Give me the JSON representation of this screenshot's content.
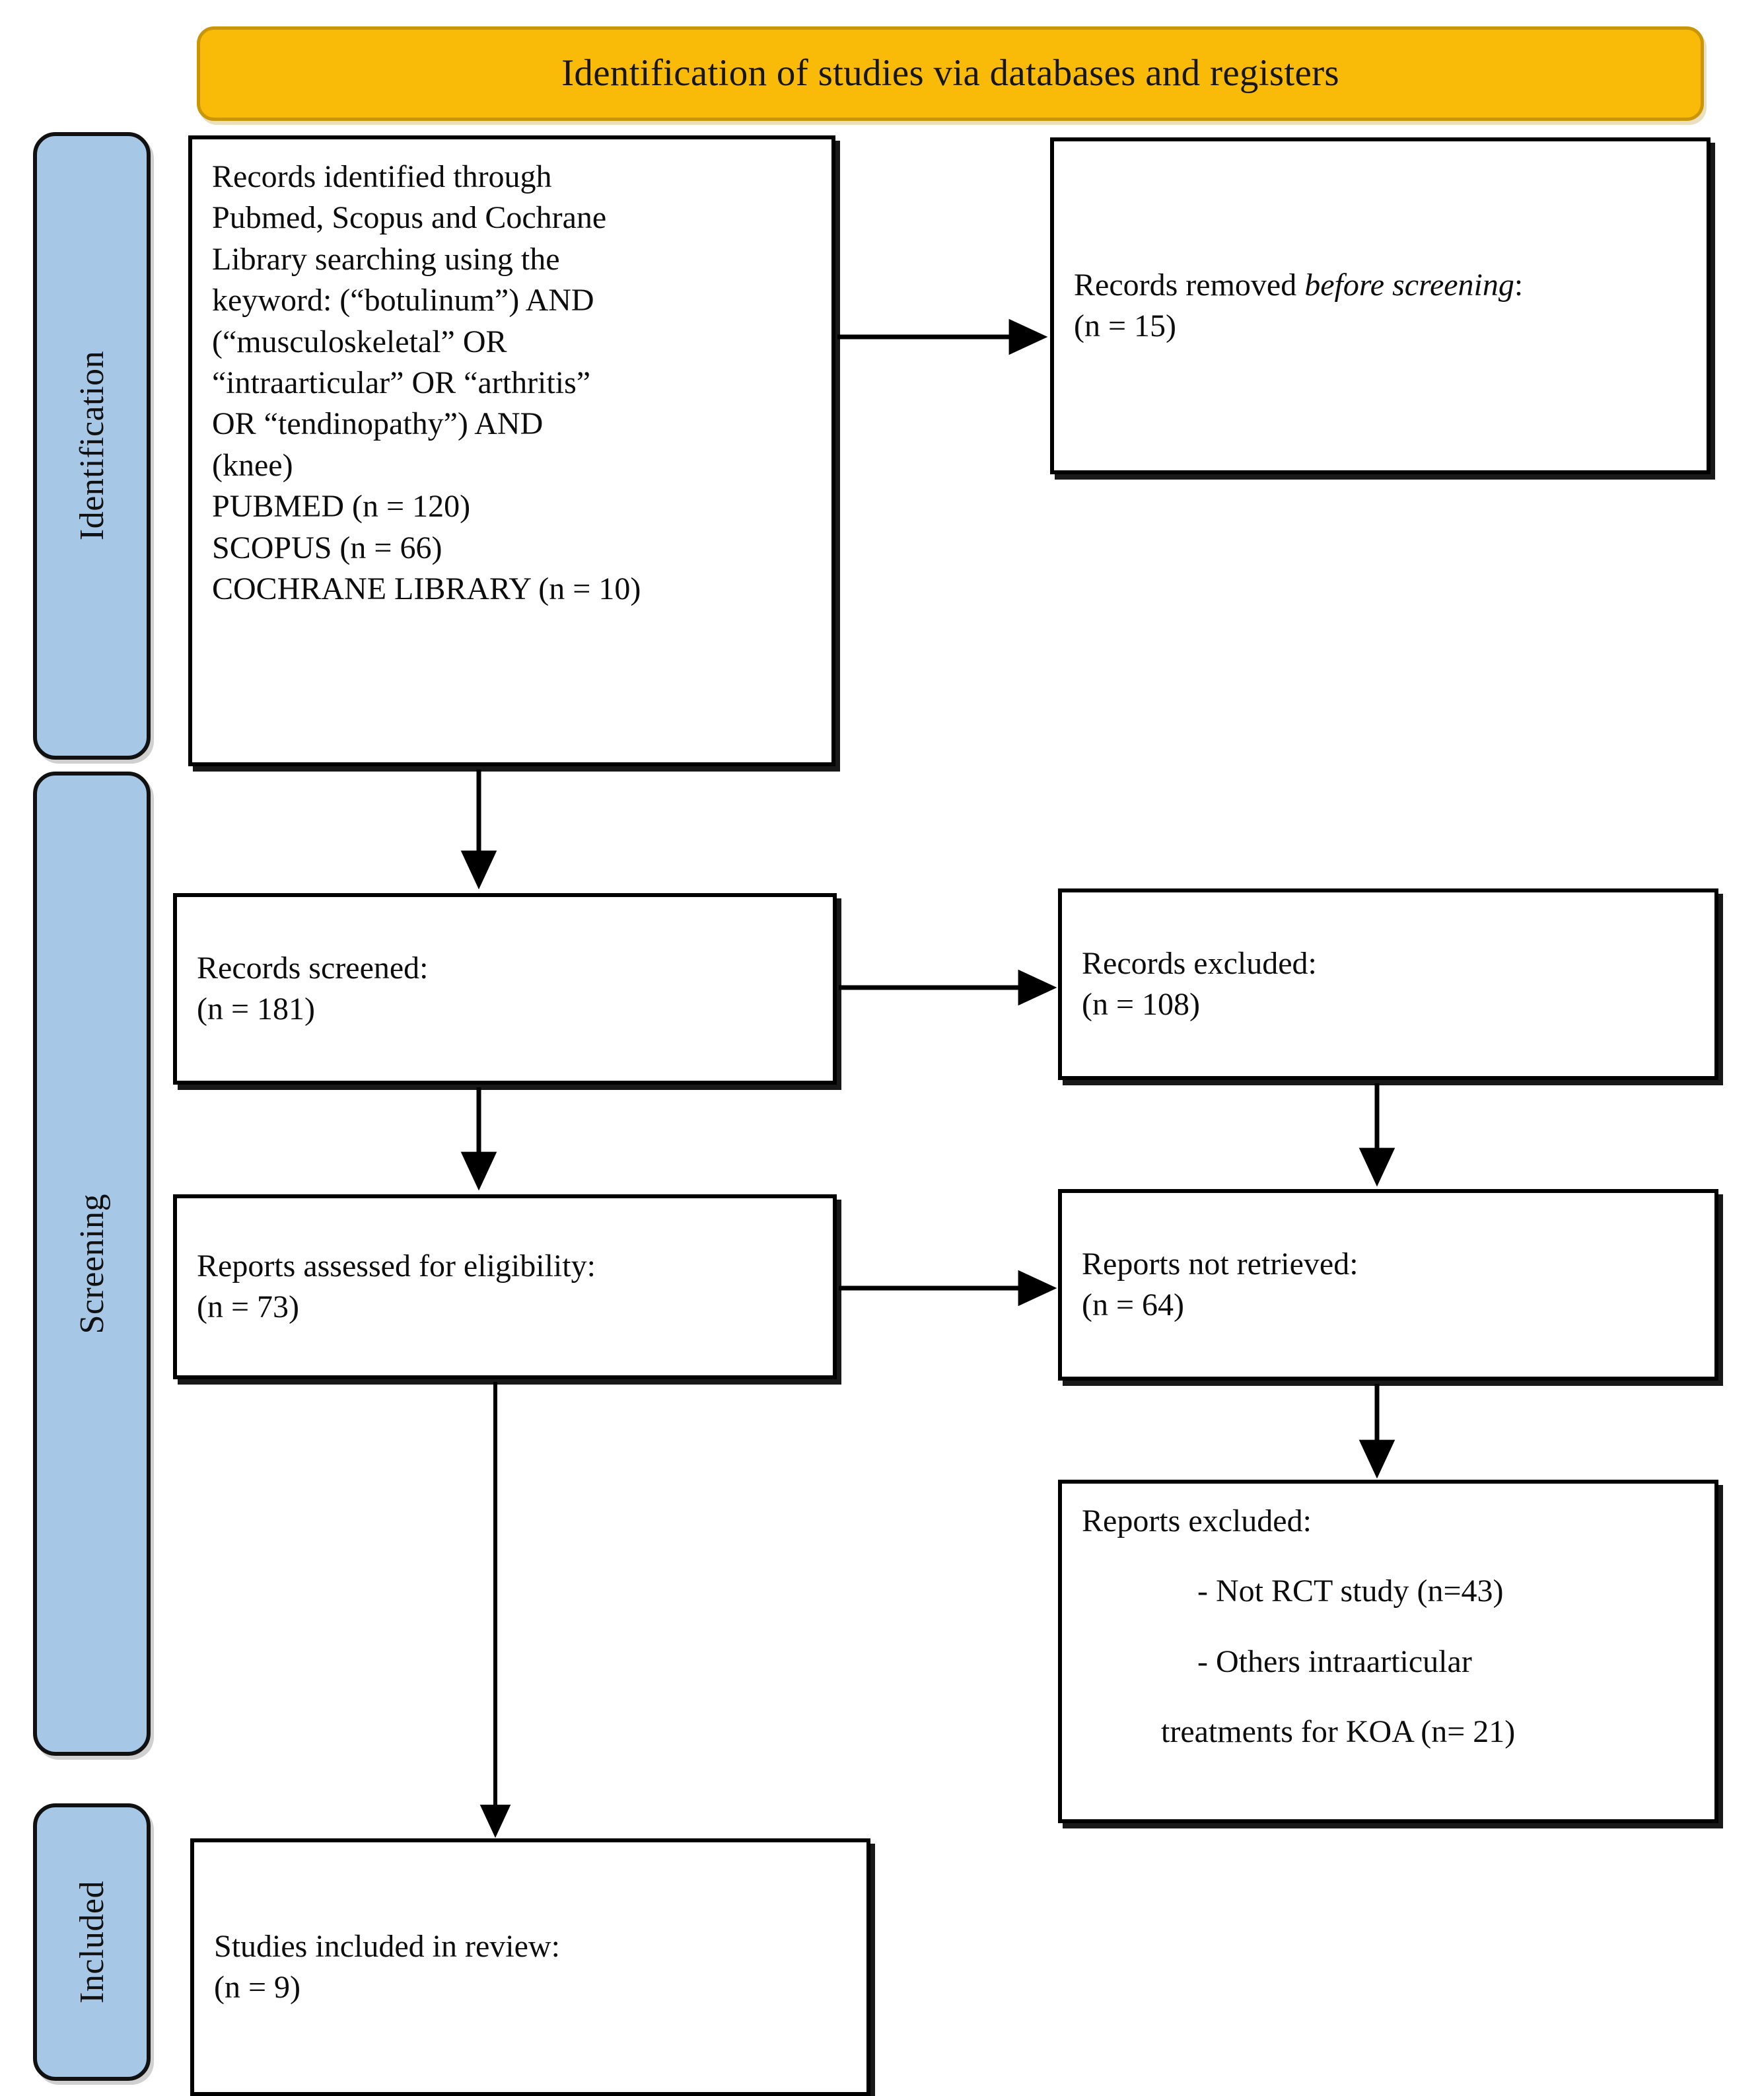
{
  "banner": {
    "title": "Identification of studies via databases and registers",
    "fill": "#FABB08",
    "border": "#C99607"
  },
  "stages": {
    "identification": "Identification",
    "screening": "Screening",
    "included": "Included",
    "fill": "#A7C7E7"
  },
  "boxes": {
    "identified": {
      "lines": [
        "Records identified through",
        "Pubmed, Scopus and Cochrane",
        "Library searching using the",
        "keyword: (“botulinum”) AND",
        "(“musculoskeletal” OR",
        "“intraarticular” OR “arthritis”",
        "OR “tendinopathy”) AND",
        "(knee)",
        "PUBMED (n = 120)",
        "SCOPUS (n = 66)",
        "COCHRANE LIBRARY (n = 10)"
      ],
      "counts": {
        "pubmed": 120,
        "scopus": 66,
        "cochrane": 10
      }
    },
    "removed": {
      "label_pre": "Records removed ",
      "label_em": "before screening",
      "label_post": ":",
      "count_line": "(n = 15)",
      "count": 15
    },
    "screened": {
      "label": "Records screened:",
      "count_line": "(n = 181)",
      "count": 181
    },
    "excluded": {
      "label": "Records excluded:",
      "count_line": "(n = 108)",
      "count": 108
    },
    "eligibility": {
      "label": "Reports assessed for eligibility:",
      "count_line": "(n = 73)",
      "count": 73
    },
    "not_retrieved": {
      "label": "Reports not retrieved:",
      "count_line": "(n = 64)",
      "count": 64
    },
    "reports_excluded": {
      "label": "Reports excluded:",
      "reason_1": "- Not RCT study (n=43)",
      "reason_2": "- Others intraarticular",
      "reason_2_cont": "treatments for KOA (n= 21)",
      "counts": {
        "not_rct": 43,
        "others_intraarticular": 21
      }
    },
    "included": {
      "label": "Studies included in review:",
      "count_line": "(n = 9)",
      "count": 9
    }
  },
  "flow": {
    "arrows": [
      "identified-to-removed",
      "identified-to-screened",
      "screened-to-excluded",
      "screened-to-eligibility",
      "eligibility-to-not-retrieved",
      "excluded-down",
      "not-retrieved-to-reports-excluded",
      "eligibility-to-included"
    ]
  }
}
